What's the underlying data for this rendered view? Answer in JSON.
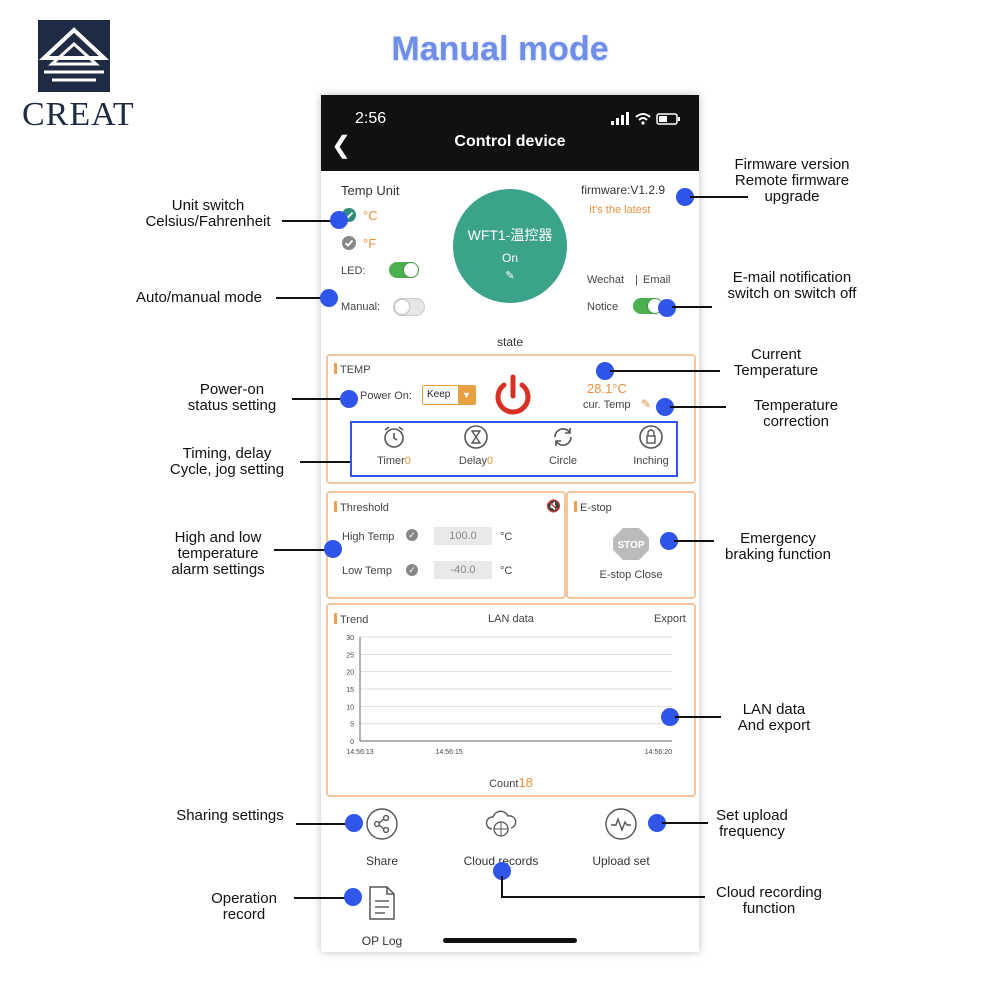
{
  "brand": {
    "name": "CREAT",
    "headline": "Manual mode"
  },
  "status_bar": {
    "time": "2:56"
  },
  "nav": {
    "title": "Control device"
  },
  "temp_unit": {
    "label": "Temp Unit",
    "celsius": "°C",
    "fahrenheit": "°F",
    "led_label": "LED:",
    "manual_label": "Manual:",
    "selected": "°C",
    "led_on": true,
    "manual_on": false
  },
  "device": {
    "name": "WFT1-温控器",
    "status": "On",
    "circle_color": "#3aa38a"
  },
  "firmware": {
    "label": "firmware:V1.2.9",
    "note": "It's the latest"
  },
  "notify": {
    "wechat": "Wechat",
    "separator": "|",
    "email": "Email",
    "notice_label": "Notice",
    "notice_on": true
  },
  "state_label": "state",
  "temp_panel": {
    "header": "TEMP",
    "power_on_label": "Power On:",
    "keep_option": "Keep",
    "current_temp": "28.1°C",
    "cur_temp_label": "cur. Temp",
    "modes": [
      {
        "icon": "alarm-clock-icon",
        "label": "Timer",
        "count": "0"
      },
      {
        "icon": "hourglass-icon",
        "label": "Delay",
        "count": "0"
      },
      {
        "icon": "cycle-icon",
        "label": "Circle",
        "count": ""
      },
      {
        "icon": "lock-icon",
        "label": "Inching",
        "count": ""
      }
    ]
  },
  "threshold": {
    "header": "Threshold",
    "high_label": "High Temp",
    "high_value": "100.0",
    "low_label": "Low  Temp",
    "low_value": "-40.0",
    "unit": "°C"
  },
  "estop": {
    "header": "E-stop",
    "sign": "STOP",
    "label": "E-stop Close"
  },
  "trend": {
    "header": "Trend",
    "center": "LAN data",
    "export": "Export",
    "count_label": "Count",
    "count_value": "18"
  },
  "chart_data": {
    "type": "line",
    "title": "",
    "xlabel": "",
    "ylabel": "",
    "yticks": [
      "0",
      "5",
      "10",
      "15",
      "20",
      "25",
      "30"
    ],
    "ylim": [
      0,
      30
    ],
    "x_tick_labels": [
      "14:56:13",
      "14:56:15",
      "14:56:20"
    ],
    "x_tick_seconds": [
      0,
      2,
      7
    ],
    "series": [],
    "grid": true
  },
  "bottom": {
    "share": "Share",
    "cloud": "Cloud records",
    "upload": "Upload set",
    "oplog": "OP Log"
  },
  "annotations": {
    "unit_switch": [
      "Unit switch",
      "Celsius/Fahrenheit"
    ],
    "auto_manual": [
      "Auto/manual mode"
    ],
    "power_on": [
      "Power-on",
      "status setting"
    ],
    "timing": [
      "Timing, delay",
      "Cycle, jog setting"
    ],
    "alarm": [
      "High and low",
      "temperature",
      "alarm settings"
    ],
    "sharing": [
      "Sharing settings"
    ],
    "op_record": [
      "Operation",
      "record"
    ],
    "firmware": [
      "Firmware version",
      "Remote firmware",
      "upgrade"
    ],
    "email": [
      "E-mail notification",
      "switch on switch off"
    ],
    "current_temp": [
      "Current",
      "Temperature"
    ],
    "temp_correction": [
      "Temperature",
      "correction"
    ],
    "emergency": [
      "Emergency",
      "braking function"
    ],
    "lan": [
      "LAN data",
      "And export"
    ],
    "upload_freq": [
      "Set upload",
      "frequency"
    ],
    "cloud_rec": [
      "Cloud recording",
      "function"
    ]
  },
  "colors": {
    "accent_blue": "#2f56e8",
    "panel_border": "#f3c79e",
    "orange": "#e8913a",
    "switch_green": "#4caf50",
    "power_red": "#d93025",
    "headline": "#6e8ee8"
  }
}
